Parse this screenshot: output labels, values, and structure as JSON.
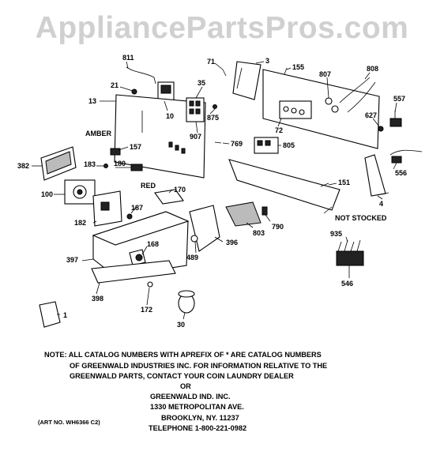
{
  "watermark": "AppliancePartsPros.com",
  "labels": {
    "p811": "811",
    "p71": "71",
    "p3": "3",
    "p155": "155",
    "p807": "807",
    "p808": "808",
    "p21": "21",
    "p35": "35",
    "p13": "13",
    "p10": "10",
    "p875": "875",
    "p907": "907",
    "p557": "557",
    "p627": "627",
    "p72": "72",
    "amber": "AMBER",
    "p157": "157",
    "p769": "769",
    "p805": "805",
    "p382": "382",
    "p183": "183",
    "p180": "180",
    "p556": "556",
    "p151": "151",
    "p100": "100",
    "red": "RED",
    "p170": "170",
    "p4": "4",
    "p187": "187",
    "not_stocked": "NOT STOCKED",
    "p182": "182",
    "p790": "790",
    "p803": "803",
    "p935": "935",
    "p168": "168",
    "p396": "396",
    "p397": "397",
    "p489": "489",
    "p546": "546",
    "p398": "398",
    "p172": "172",
    "p1": "1",
    "p30": "30"
  },
  "note": {
    "line1": "NOTE: ALL CATALOG NUMBERS WITH APREFIX OF * ARE CATALOG NUMBERS",
    "line2": "OF GREENWALD INDUSTRIES INC. FOR INFORMATION RELATIVE TO THE",
    "line3": "GREENWALD PARTS, CONTACT YOUR COIN LAUNDRY DEALER",
    "line4": "OR",
    "line5": "GREENWALD IND. INC.",
    "line6": "1330 METROPOLITAN AVE.",
    "line7": "BROOKLYN, NY. 11237",
    "line8": "TELEPHONE 1-800-221-0982",
    "art_no": "(ART NO. WH6366 C2)"
  }
}
